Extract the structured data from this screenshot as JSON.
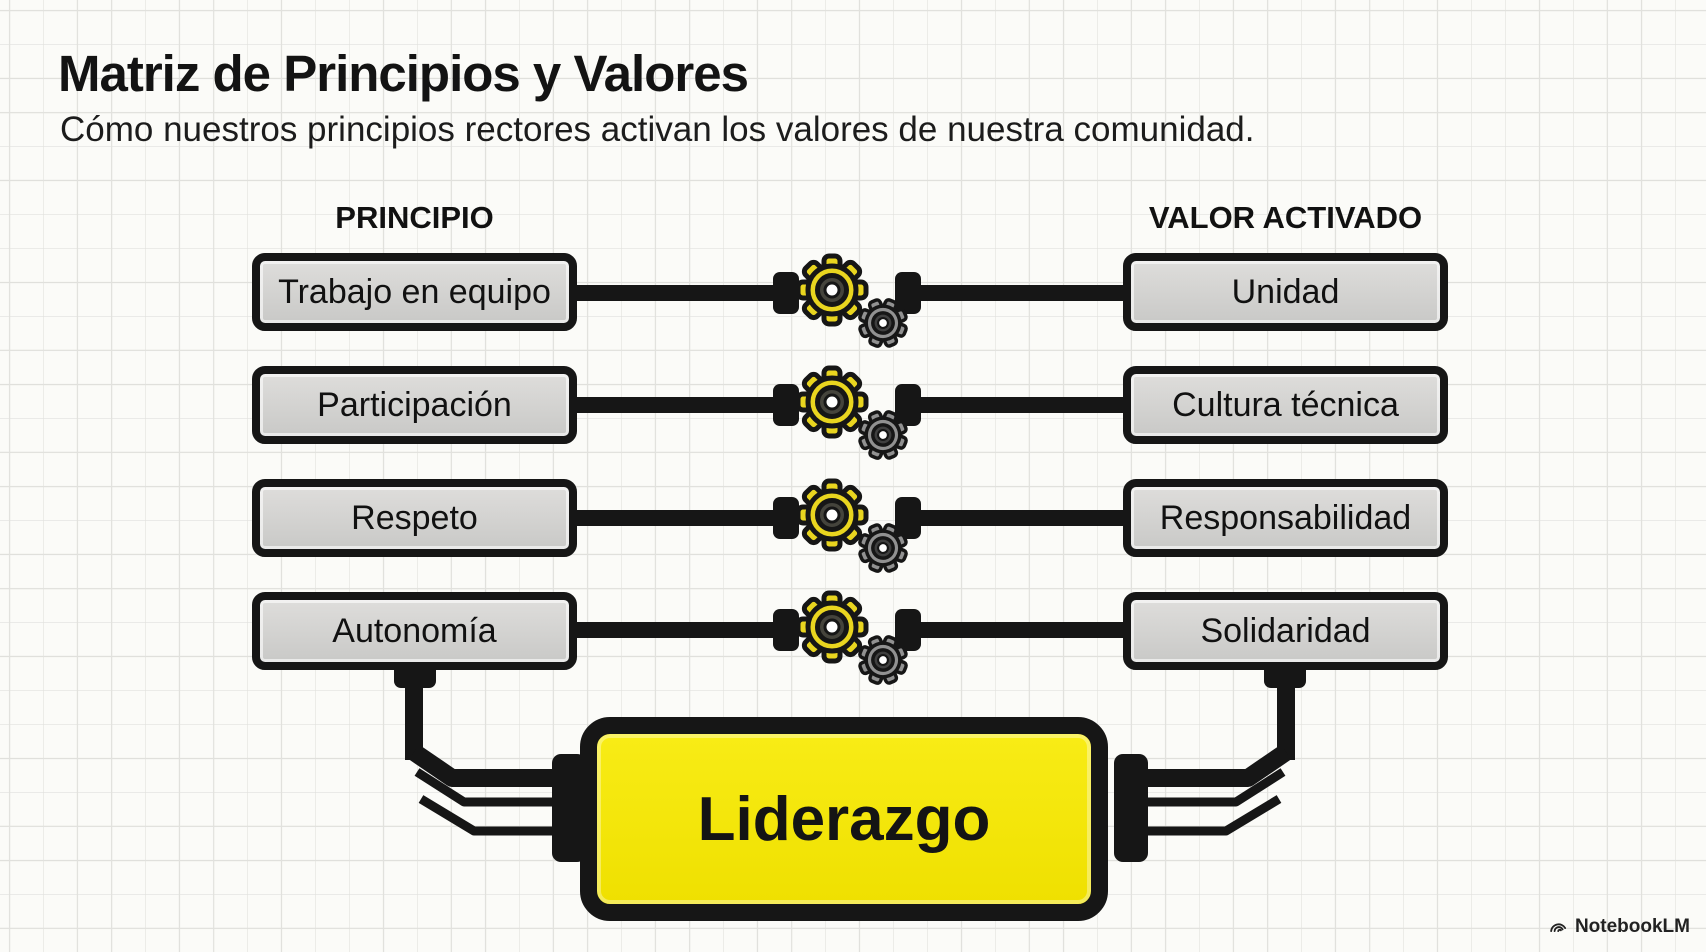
{
  "header": {
    "title": "Matriz de Principios y Valores",
    "subtitle": "Cómo nuestros principios rectores activan los valores de nuestra comunidad."
  },
  "matrix": {
    "col_principle": "PRINCIPIO",
    "col_value": "VALOR ACTIVADO",
    "rows": [
      {
        "principle": "Trabajo en equipo",
        "value": "Unidad"
      },
      {
        "principle": "Participación",
        "value": "Cultura técnica"
      },
      {
        "principle": "Respeto",
        "value": "Responsabilidad"
      },
      {
        "principle": "Autonomía",
        "value": "Solidaridad"
      }
    ]
  },
  "footer_node": {
    "label": "Liderazgo"
  },
  "brand": {
    "label": "NotebookLM"
  },
  "icons": {
    "connector": "gear-icon (large yellow gear meshing with small gray gear)",
    "brand_mark": "notebooklm-wave-icon"
  },
  "colors": {
    "paper": "#fbfbf8",
    "grid_line": "#e0e0dc",
    "ink_black": "#161616",
    "box_gray": "#d3d3d1",
    "leader_yellow": "#f5e70a",
    "gear_yellow": "#e9d51f",
    "gear_gray": "#919191",
    "gear_hub_dark": "#45443c"
  }
}
